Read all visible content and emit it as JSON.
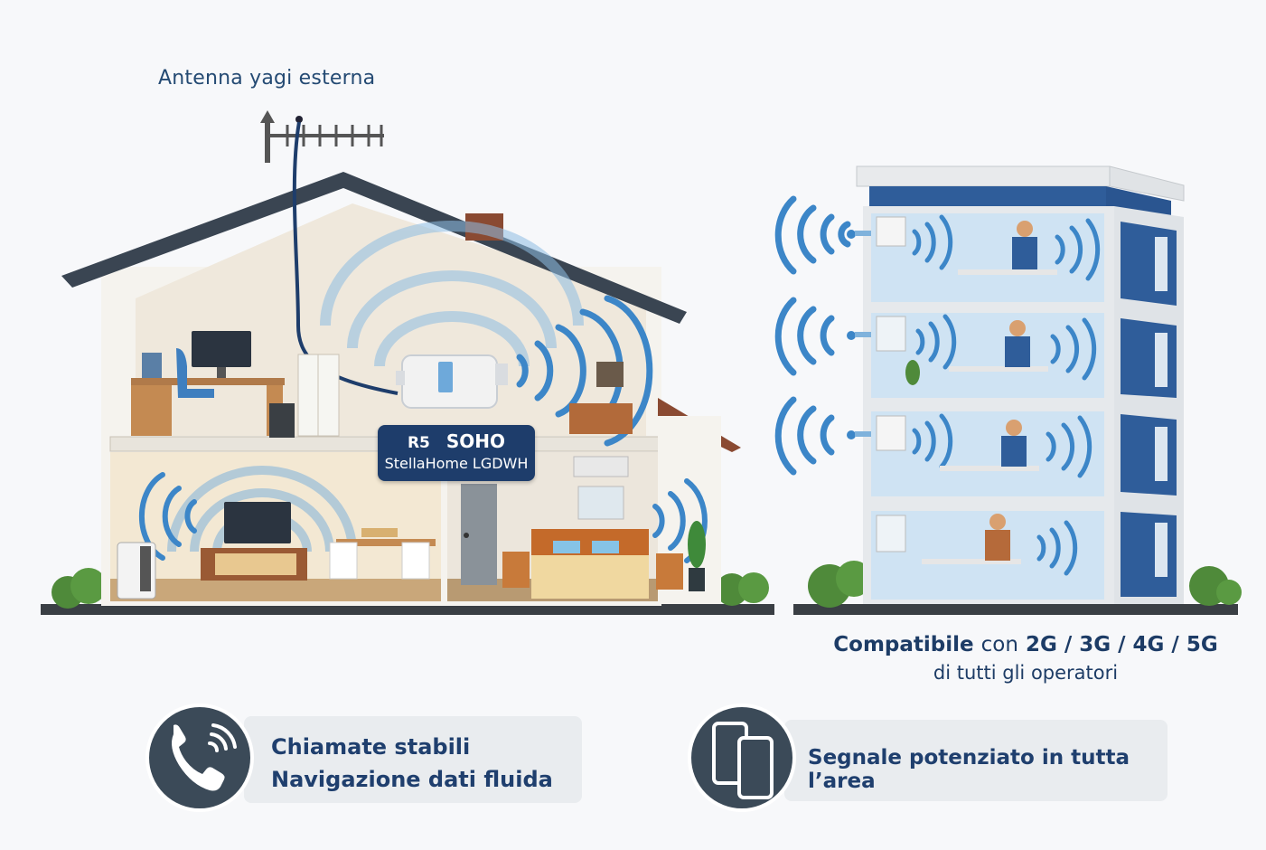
{
  "antenna_label": "Antenna yagi esterna",
  "device_badge": {
    "model_code": "R5",
    "line": "SOHO",
    "product": "StellaHome LGDWH"
  },
  "compatibility": {
    "prefix": "Compatibile",
    "connector": "con",
    "networks": "2G / 3G / 4G / 5G",
    "line2": "di tutti gli operatori"
  },
  "features": [
    {
      "icon": "phone-call-icon",
      "lines": [
        "Chiamate stabili",
        "Navigazione dati fluida"
      ]
    },
    {
      "icon": "smartphones-icon",
      "lines": [
        "Segnale potenziato in tutta l’area"
      ]
    }
  ],
  "colors": {
    "accent_blue": "#1e3d6b",
    "signal_blue": "#3c86c8",
    "icon_circle": "#3b4a58",
    "roof": "#3a4552",
    "building_blue": "#2f5d9a"
  }
}
